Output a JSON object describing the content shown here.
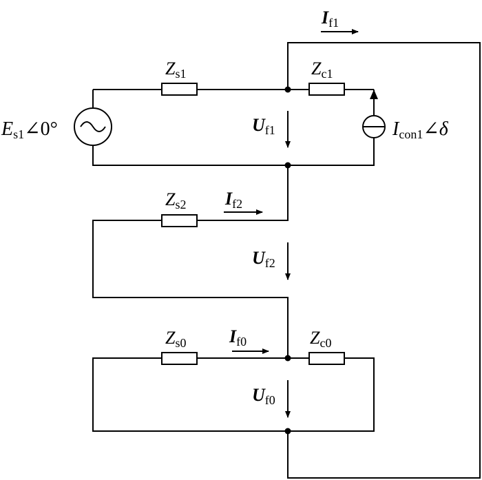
{
  "labels": {
    "zs1": {
      "sym": "Z",
      "sub": "s1"
    },
    "zc1": {
      "sym": "Z",
      "sub": "c1"
    },
    "zs2": {
      "sym": "Z",
      "sub": "s2"
    },
    "zs0": {
      "sym": "Z",
      "sub": "s0"
    },
    "zc0": {
      "sym": "Z",
      "sub": "c0"
    },
    "if1": {
      "sym": "I",
      "sub": "f1"
    },
    "if2": {
      "sym": "I",
      "sub": "f2"
    },
    "if0": {
      "sym": "I",
      "sub": "f0"
    },
    "uf1": {
      "sym": "U",
      "sub": "f1"
    },
    "uf2": {
      "sym": "U",
      "sub": "f2"
    },
    "uf0": {
      "sym": "U",
      "sub": "f0"
    },
    "es1": {
      "sym": "E",
      "sub": "s1",
      "angle": "∠0°"
    },
    "icon1": {
      "sym": "I",
      "sub": "con1",
      "angle": "∠δ"
    }
  }
}
